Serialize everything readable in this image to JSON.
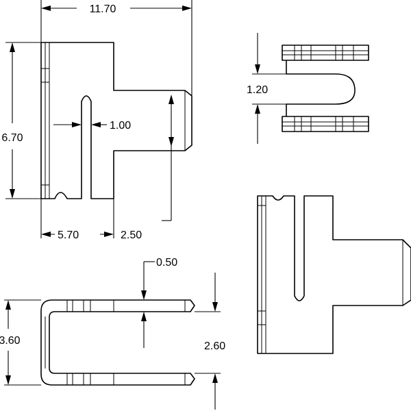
{
  "dimensions": {
    "overall_width": "11.70",
    "overall_height": "6.70",
    "slot_width": "1.00",
    "left_width": "5.70",
    "tab_width": "2.50",
    "gap_height": "1.20",
    "wall_thickness": "0.50",
    "inner_height": "2.60",
    "outer_height": "3.60"
  },
  "colors": {
    "line": "#000000",
    "background": "#ffffff"
  }
}
